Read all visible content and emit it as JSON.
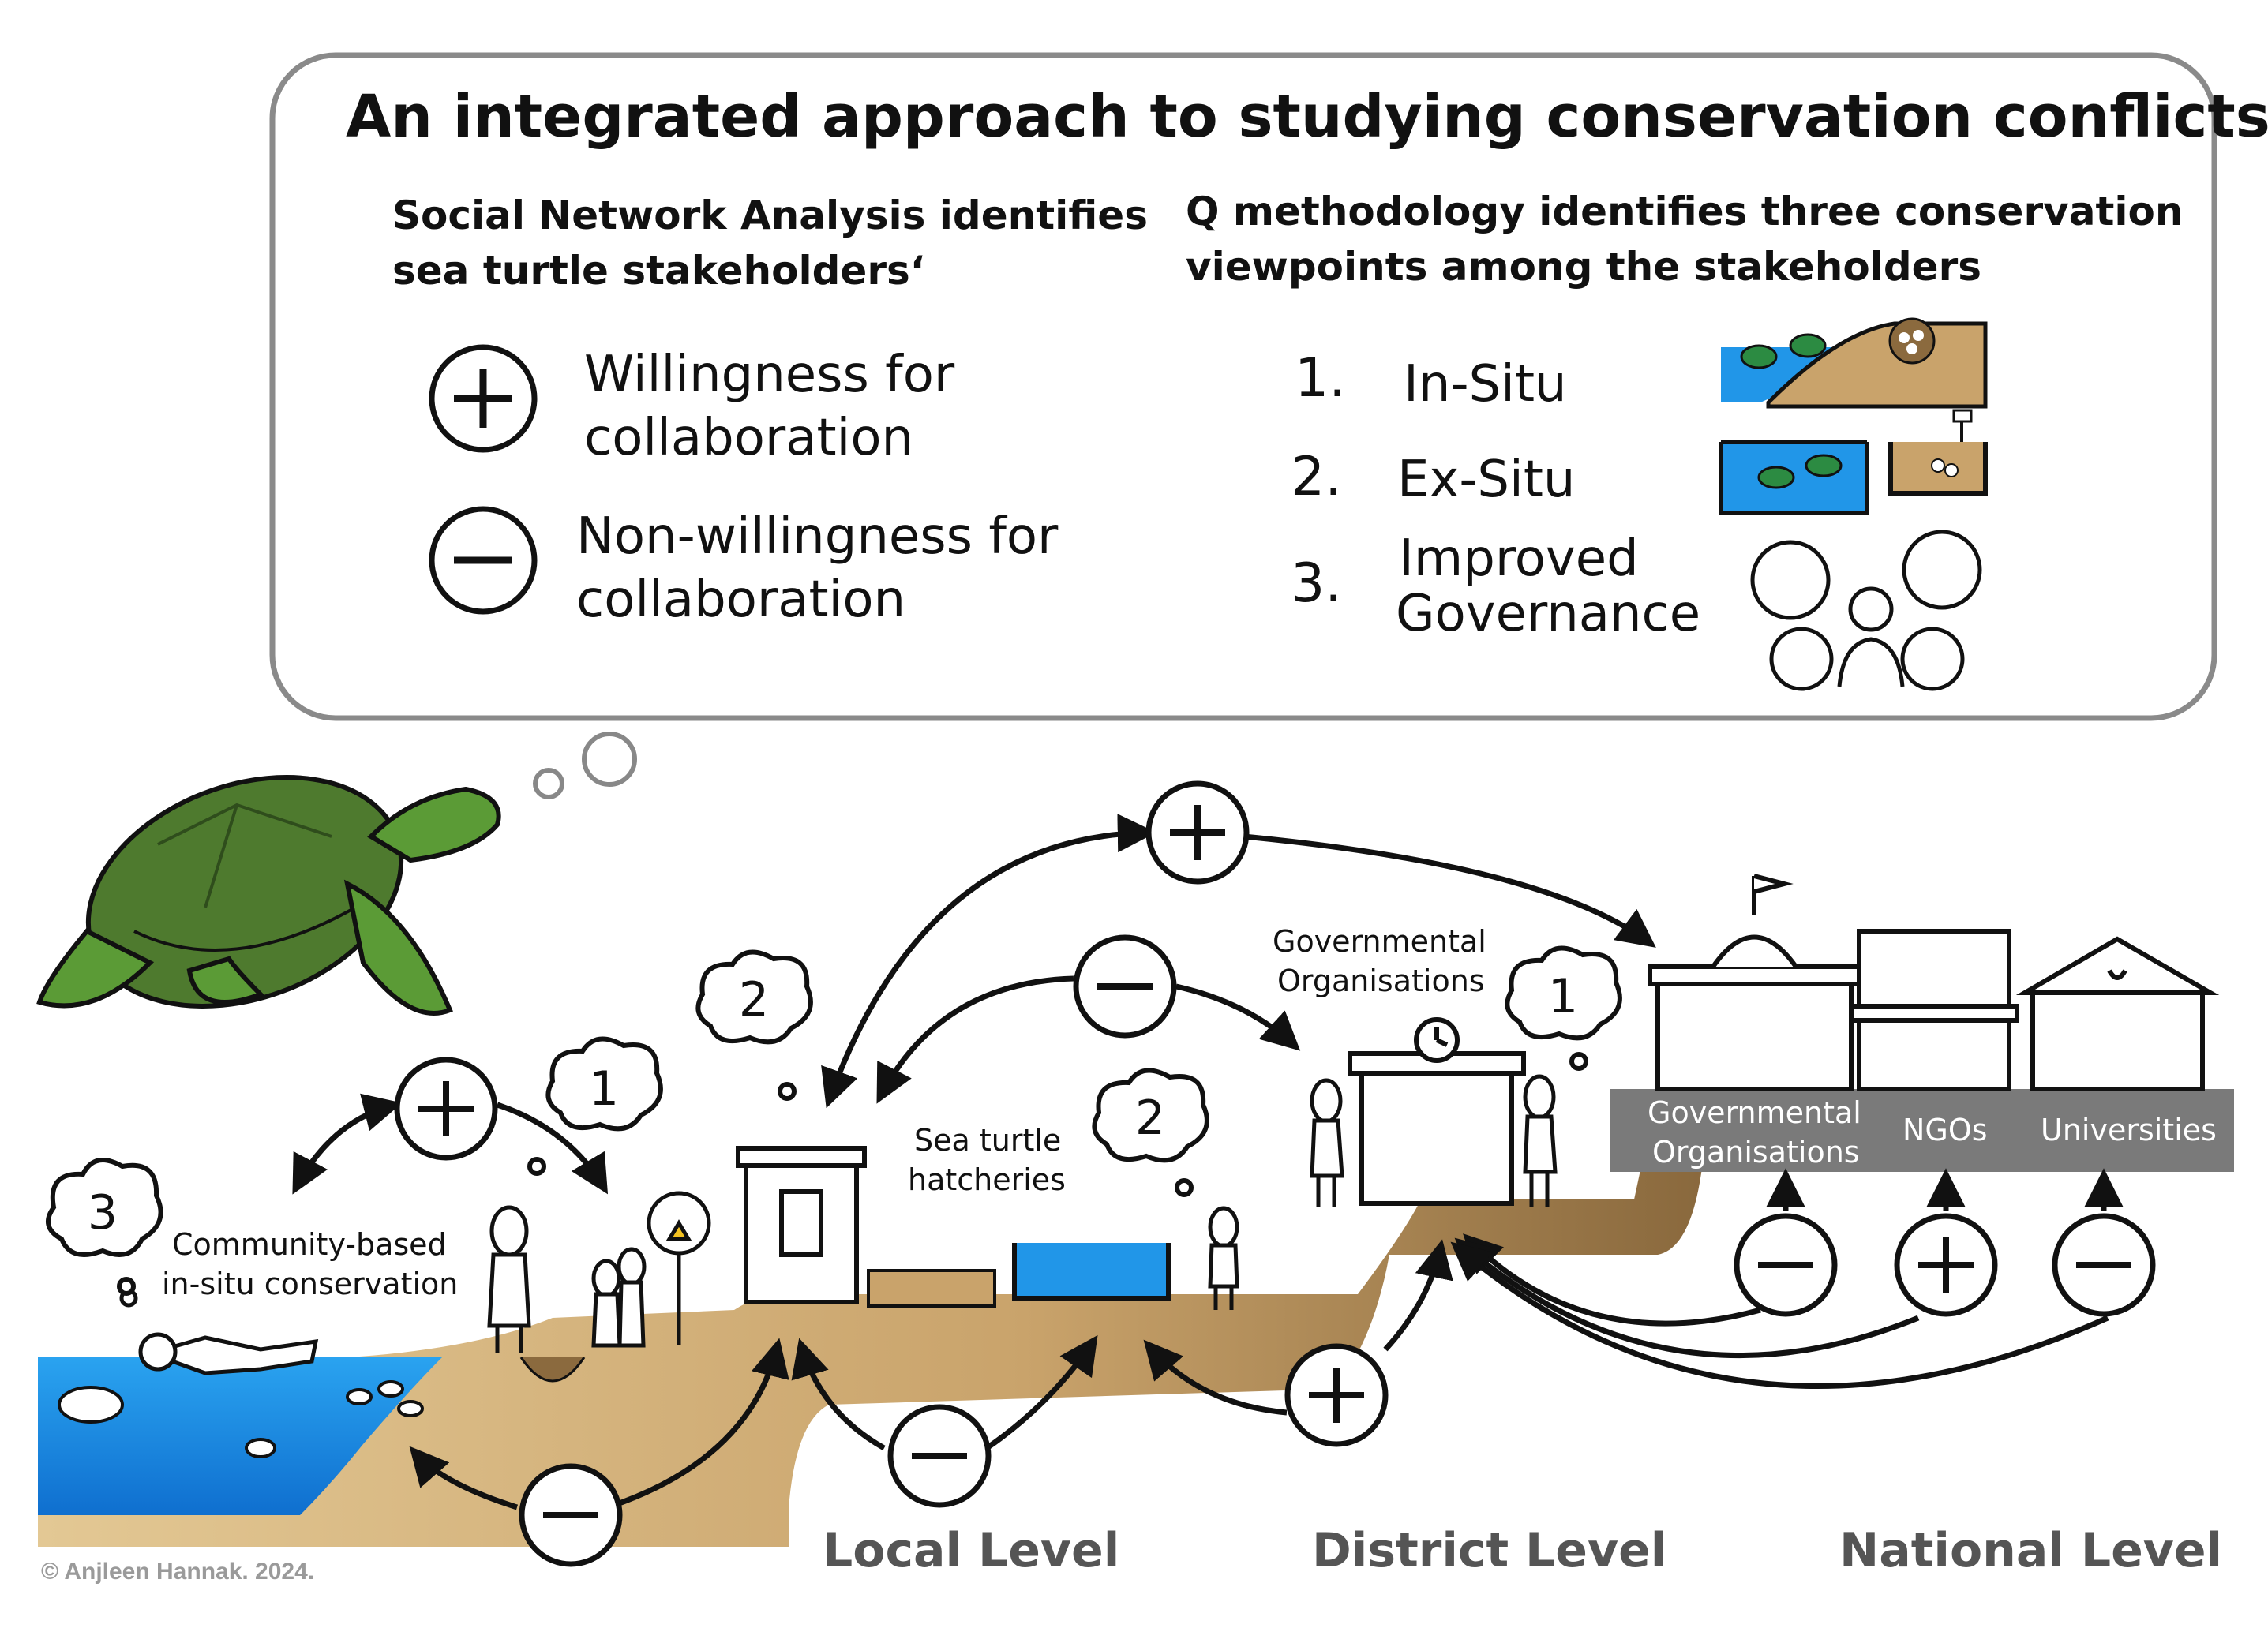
{
  "title": "An integrated approach to studying conservation conflicts",
  "sna": {
    "heading": [
      "Social Network Analysis identifies",
      "sea turtle stakeholders‘"
    ],
    "willingness": [
      "Willingness for",
      "collaboration"
    ],
    "non_willingness": [
      "Non-willingness for",
      "collaboration"
    ]
  },
  "q": {
    "heading": [
      "Q methodology identifies three conservation",
      "viewpoints among the stakeholders"
    ],
    "viewpoints": [
      {
        "number": "1.",
        "label": "In-Situ"
      },
      {
        "number": "2.",
        "label": "Ex-Situ"
      },
      {
        "number": "3.",
        "label": "Improved",
        "label2": "Governance"
      }
    ]
  },
  "labels": {
    "community": [
      "Community-based",
      "in-situ conservation"
    ],
    "hatcheries": [
      "Sea turtle",
      "hatcheries"
    ],
    "gov_district": [
      "Governmental",
      "Organisations"
    ],
    "gov_national": [
      "Governmental",
      "Organisations"
    ],
    "ngos": "NGOs",
    "universities": "Universities"
  },
  "bubbles": {
    "community": "3",
    "community_person": "1",
    "hut": "2",
    "hatchery": "2",
    "district": "1"
  },
  "levels": {
    "local": "Local Level",
    "district": "District Level",
    "national": "National Level"
  },
  "copyright": "© Anjleen Hannak. 2024.",
  "signs": {
    "plus": "+",
    "minus": "−"
  },
  "colors": {
    "sea": "#1e90e8",
    "sand_light": "#d7b27a",
    "soil_dark": "#6b4f2e",
    "turtle": "#4e8b2f",
    "banner": "#7a7a7a"
  },
  "icons": [
    "sea-turtle-icon",
    "diver-icon",
    "person-icon",
    "building-icon",
    "flag-icon",
    "clock-icon",
    "thumbs-up-icon",
    "thumbs-down-icon",
    "hammer-icon",
    "dollar-icon"
  ]
}
